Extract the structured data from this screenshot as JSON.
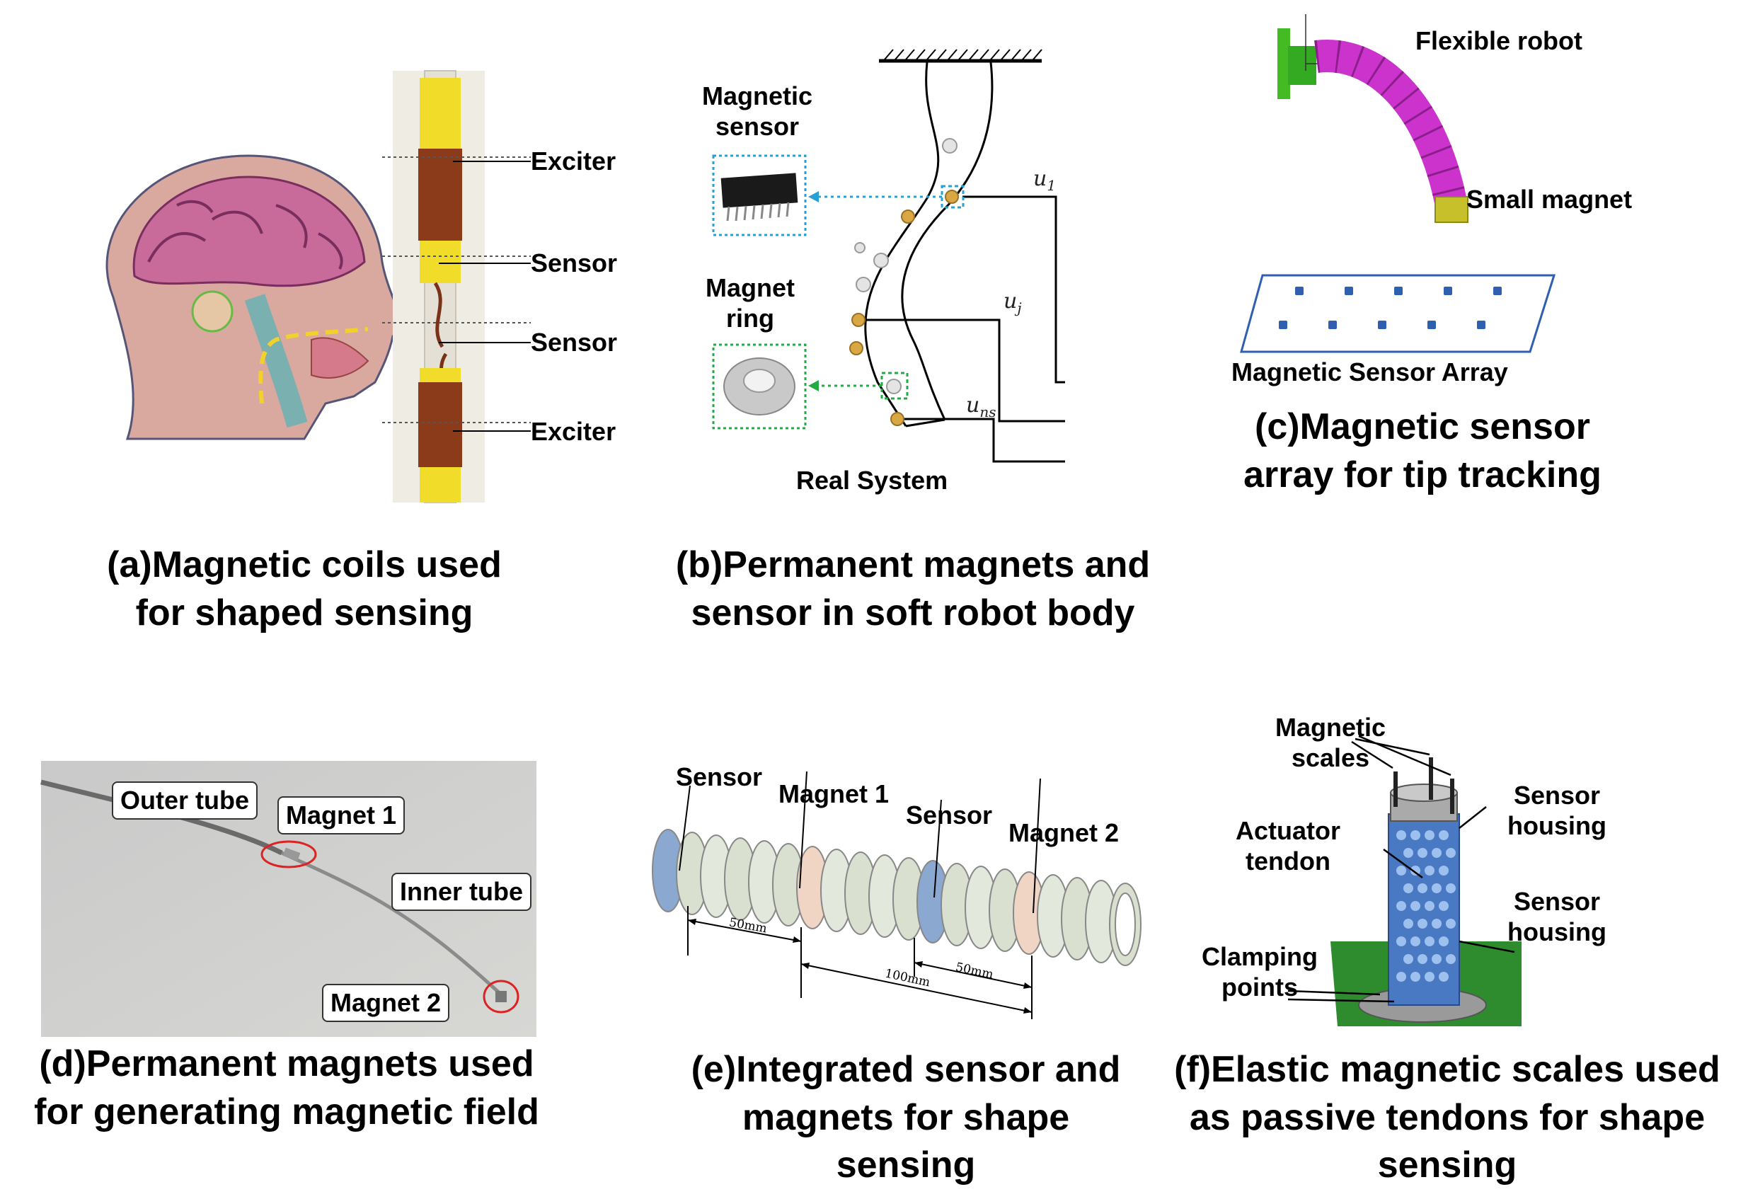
{
  "panel_a": {
    "labels": [
      "Exciter",
      "Sensor",
      "Sensor",
      "Exciter"
    ],
    "caption": [
      "(a)Magnetic coils used",
      "for shaped sensing"
    ]
  },
  "panel_b": {
    "magnetic_sensor": [
      "Magnetic",
      "sensor"
    ],
    "magnet_ring": [
      "Magnet",
      "ring"
    ],
    "real_system": "Real System",
    "u1": "u",
    "u1_sub": "1",
    "uj": "u",
    "uj_sub": "j",
    "uns": "u",
    "uns_sub": "ns",
    "caption": [
      "(b)Permanent magnets and",
      "sensor in soft robot body"
    ]
  },
  "panel_c": {
    "flexible_robot": "Flexible robot",
    "small_magnet": "Small magnet",
    "array_label": "Magnetic Sensor Array",
    "caption": [
      "(c)Magnetic sensor",
      "array for tip tracking"
    ]
  },
  "panel_d": {
    "outer_tube": "Outer tube",
    "magnet1": "Magnet 1",
    "inner_tube": "Inner tube",
    "magnet2": "Magnet 2",
    "caption": [
      "(d)Permanent magnets used",
      "for generating magnetic field"
    ]
  },
  "panel_e": {
    "sensor1": "Sensor",
    "magnet1": "Magnet 1",
    "sensor2": "Sensor",
    "magnet2": "Magnet 2",
    "dim1": "50mm",
    "dim2": "100mm",
    "dim3": "50mm",
    "caption": [
      "(e)Integrated sensor and",
      "magnets for shape",
      "sensing"
    ]
  },
  "panel_f": {
    "magnetic_scales": [
      "Magnetic",
      "scales"
    ],
    "actuator_tendon": [
      "Actuator",
      "tendon"
    ],
    "clamping_points": [
      "Clamping",
      "points"
    ],
    "sensor_housing1": [
      "Sensor",
      "housing"
    ],
    "sensor_housing2": [
      "Sensor",
      "housing"
    ],
    "caption": [
      "(f)Elastic magnetic scales used",
      "as passive tendons for shape",
      "sensing"
    ]
  },
  "colors": {
    "coil": "#8b3a1a",
    "yellow_tape": "#f1dc2a",
    "robot_magenta": "#cc33cc",
    "mount_green": "#33aa22",
    "sensor_dot": "#2f5fb0",
    "blue_dotted": "#27a0d6",
    "green_dotted": "#22aa44",
    "red_circle": "#dd2222",
    "spine_blue": "#4a79c4",
    "base_green": "#2e8b2e"
  }
}
